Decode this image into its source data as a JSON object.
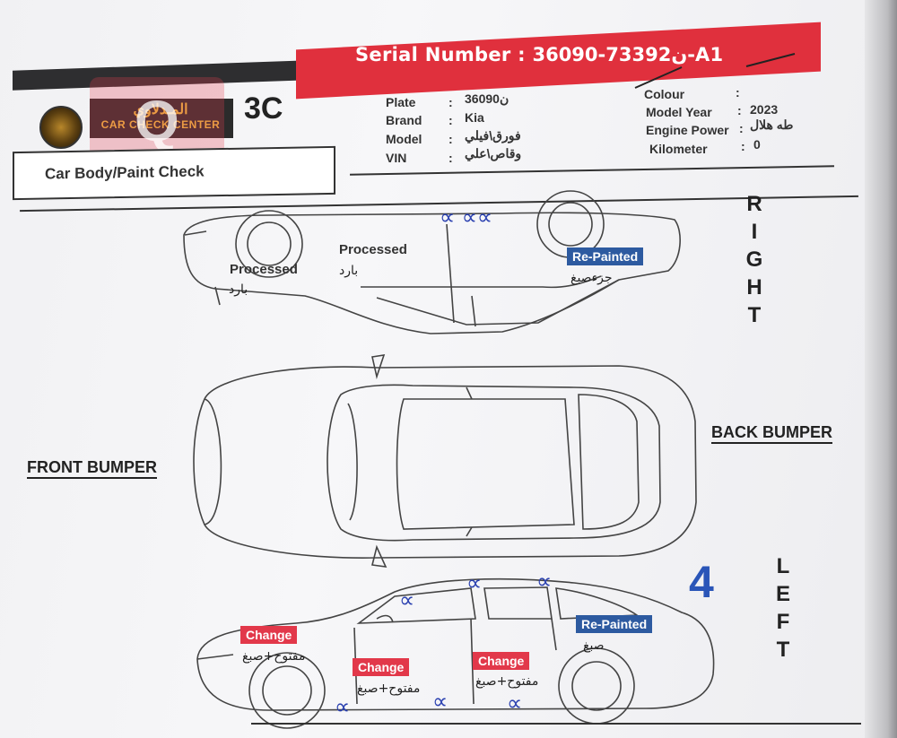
{
  "header": {
    "serial_label": "Serial Number : ن73392-36090-A1",
    "grade": "3C",
    "section_title": "Car Body/Paint Check",
    "logo_arabic": "المـدلاوي",
    "logo_english": "CAR CHECK CENTER"
  },
  "vehicle_info": {
    "plate_label": "Plate",
    "plate_value": "ن36090",
    "brand_label": "Brand",
    "brand_value": "Kia",
    "model_label": "Model",
    "model_value": "فورق\\فيلي",
    "vin_label": "VIN",
    "vin_value": "وقاص\\علي",
    "colour_label": "Colour",
    "colour_value": "",
    "year_label": "Model Year",
    "year_value": "2023",
    "power_label": "Engine Power",
    "power_value": "طه هلال",
    "km_label": "Kilometer",
    "km_value": "0"
  },
  "diagram": {
    "right_letters": [
      "R",
      "I",
      "G",
      "H",
      "T"
    ],
    "left_letters": [
      "L",
      "E",
      "F",
      "T"
    ],
    "front_bumper": "FRONT BUMPER",
    "back_bumper": "BACK BUMPER",
    "right_side": {
      "processed_rear": "Processed",
      "processed_rear_ar": "بارد",
      "processed_door": "Processed",
      "processed_door_ar": "بارد",
      "repainted": "Re-Painted",
      "repainted_ar": "جزءصبغ"
    },
    "left_side": {
      "change_front": "Change",
      "change_front_ar": "مفتوح+صبغ",
      "change_door1": "Change",
      "change_door1_ar": "مفتوح+صبغ",
      "change_door2": "Change",
      "change_door2_ar": "مفتوح+صبغ",
      "repainted": "Re-Painted",
      "repainted_ar": "صبغ",
      "handwritten_number": "4"
    },
    "watermark_letter": "Q"
  },
  "colors": {
    "accent_red": "#e0303d",
    "tag_blue": "#2d5aa0",
    "ink_blue": "#2a40b0"
  }
}
